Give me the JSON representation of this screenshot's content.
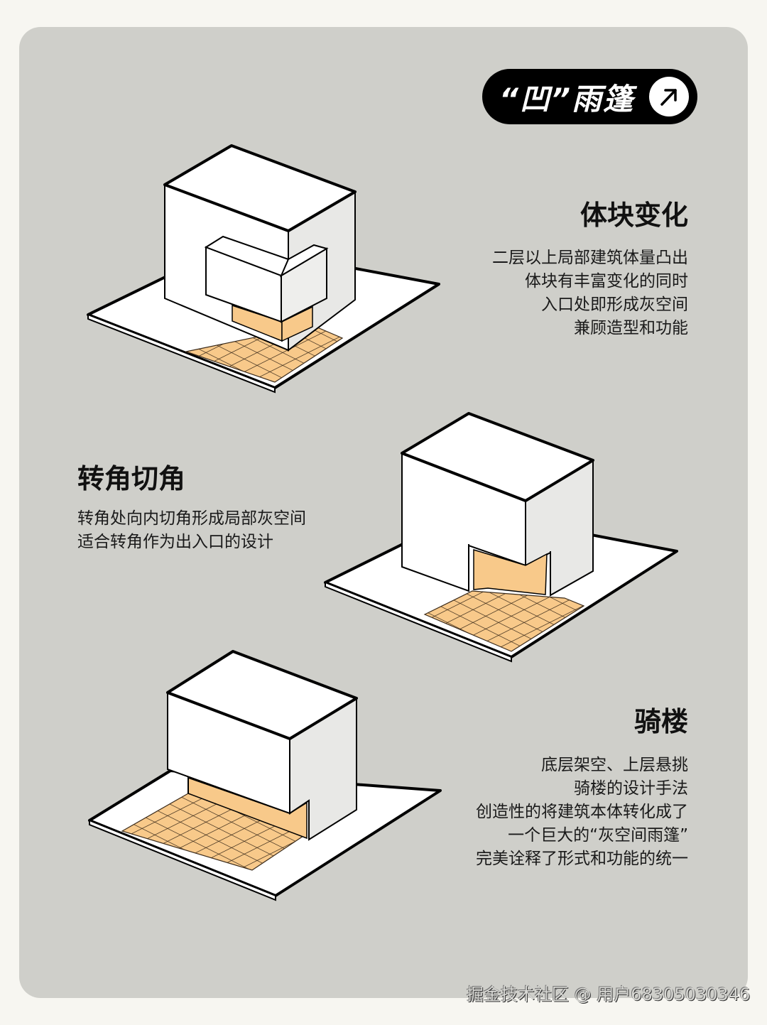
{
  "title_badge": {
    "text": "“凹”雨篷",
    "icon": "arrow-up-right-icon"
  },
  "sections": [
    {
      "heading": "体块变化",
      "lines": [
        "二层以上局部建筑体量凸出",
        "体块有丰富变化的同时",
        "入口处即形成灰空间",
        "兼顾造型和功能"
      ]
    },
    {
      "heading": "转角切角",
      "lines": [
        "转角处向内切角形成局部灰空间",
        "适合转角作为出入口的设计"
      ]
    },
    {
      "heading": "骑楼",
      "lines": [
        "底层架空、上层悬挑",
        "骑楼的设计手法",
        "创造性的将建筑本体转化成了",
        "一个巨大的“灰空间雨篷”",
        "完美诠释了形式和功能的统一"
      ]
    }
  ],
  "watermark": "掘金技术社区 @ 用户68305030346",
  "colors": {
    "background": "#f7f6f1",
    "card": "#cfcfca",
    "badge": "#000000",
    "accent_tile": "#f8c98a",
    "building": "#ffffff",
    "building_side": "#e6e6e4"
  }
}
